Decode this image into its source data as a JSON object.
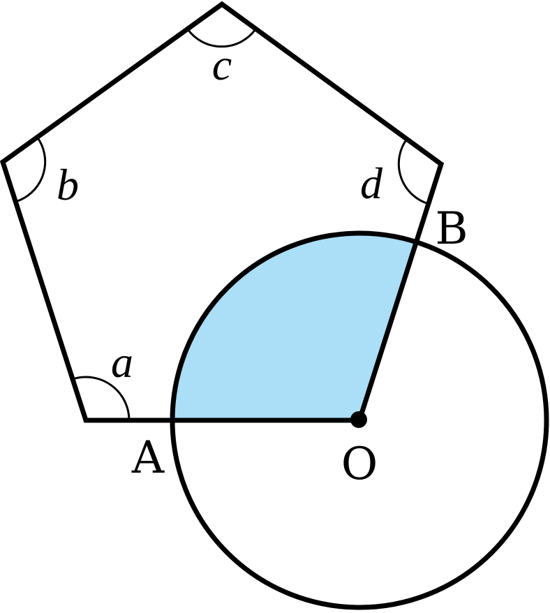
{
  "diagram": {
    "angles": {
      "a": "a",
      "b": "b",
      "c": "c",
      "d": "d"
    },
    "points": {
      "A": "A",
      "B": "B",
      "O": "O"
    },
    "colors": {
      "stroke": "#000000",
      "sector_fill": "#ABDEF7",
      "background": "#FFFFFF"
    }
  }
}
